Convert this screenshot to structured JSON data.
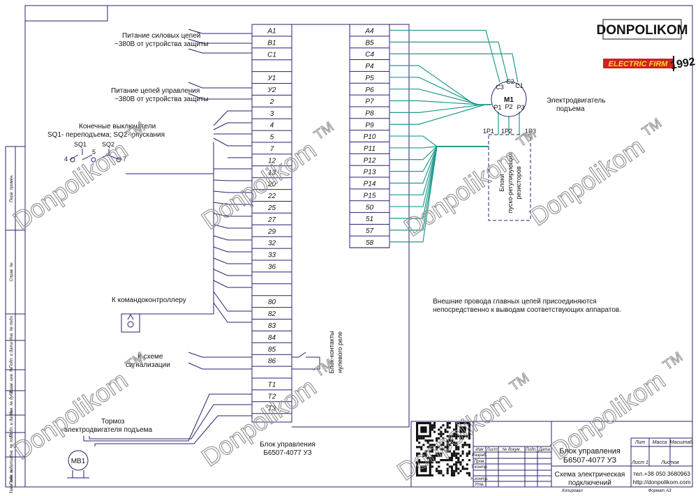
{
  "colors": {
    "line": "#2a1f6e",
    "wire": "#1f9a8c",
    "text": "#111111",
    "logo_red": "#d0201f",
    "logo_yellow": "#f2e21a",
    "watermark": "#8f8f8f"
  },
  "notes": {
    "power_feed": [
      "Питание силовых цепей",
      "~380В от устройства защиты"
    ],
    "control_feed": [
      "Питание цепей управления",
      "~380В от устройства защиты"
    ],
    "limit_switches": [
      "Конечные выключатели",
      "SQ1- переподъема; SQ2- опускания"
    ],
    "controller": "К командоконтроллеру",
    "signal": [
      "К схеме",
      "сигнализации"
    ],
    "brake": [
      "Тормоз",
      "электродвигателя подъема"
    ],
    "motor_caption": [
      "Электродвигатель",
      "подъема"
    ],
    "resistor_caption": [
      "Блоки",
      "пуско-регулирующих",
      "резисторов"
    ],
    "relay_caption": [
      "Блок-контакты",
      "нулевого реле"
    ],
    "unit_caption": [
      "Блок управления",
      "Б6507-4077 УЗ"
    ],
    "external_wiring": [
      "Внешние провода главных цепей присоединяются",
      "непосредственно к выводам соответствующих аппаратов."
    ]
  },
  "switch_labels": {
    "sq1": "SQ1",
    "sq2": "SQ2",
    "n4": "4",
    "n5": "5",
    "n7": "7"
  },
  "motor": {
    "name": "М1",
    "top": [
      "С3",
      "С2",
      "С1"
    ],
    "bottom": [
      "Р1",
      "Р2",
      "Р3"
    ]
  },
  "resistor_terminals": [
    "1Р1",
    "1Р2",
    "1Р3"
  ],
  "brake_motor": "МВ1",
  "terminals_left": [
    "A1",
    "B1",
    "C1",
    "",
    "У1",
    "У2",
    "2",
    "3",
    "4",
    "5",
    "7",
    "12",
    "13",
    "20",
    "22",
    "25",
    "27",
    "29",
    "32",
    "33",
    "36",
    "",
    "",
    "80",
    "82",
    "83",
    "84",
    "85",
    "86",
    "",
    "T1",
    "T2",
    "T3"
  ],
  "terminals_right": [
    "A4",
    "B5",
    "C4",
    "P4",
    "P5",
    "P6",
    "P7",
    "P8",
    "P9",
    "P10",
    "P11",
    "P12",
    "P13",
    "P14",
    "P15",
    "50",
    "51",
    "57",
    "58"
  ],
  "side_labels": [
    "Перв. примен.",
    "Справ. №",
    "Инв. № подл.",
    "Подп. и дата",
    "Взам. инв. №",
    "Инв. № дубл.",
    "Подп. и дата",
    "Инв. № подл.",
    "Подп. и дата",
    "Взам. инв. №"
  ],
  "watermark": "Donpolikom",
  "tm": "TM",
  "logo": {
    "name": "DONPOLIKOM",
    "tagline": "ELECTRIC FIRM",
    "year": "1992"
  },
  "title_block": {
    "title": [
      "Блок управления",
      "Б6507-4077 УЗ"
    ],
    "subtitle": [
      "Схема электрическая",
      "подключений"
    ],
    "headers": [
      "Лит",
      "Масса",
      "Масштаб"
    ],
    "sheet": "Лист 1",
    "sheets": "Листов",
    "phone": "тел.+38 050 3680963",
    "site": "http://donpolikom.com",
    "rows": [
      "Изм",
      "Лист",
      "№ докум.",
      "Подп.",
      "Дата",
      "Разраб.",
      "Пров.",
      "Т.контр.",
      "Н.контр.",
      "Утв."
    ],
    "copied": "Копировал",
    "format": "Формат   А3"
  }
}
